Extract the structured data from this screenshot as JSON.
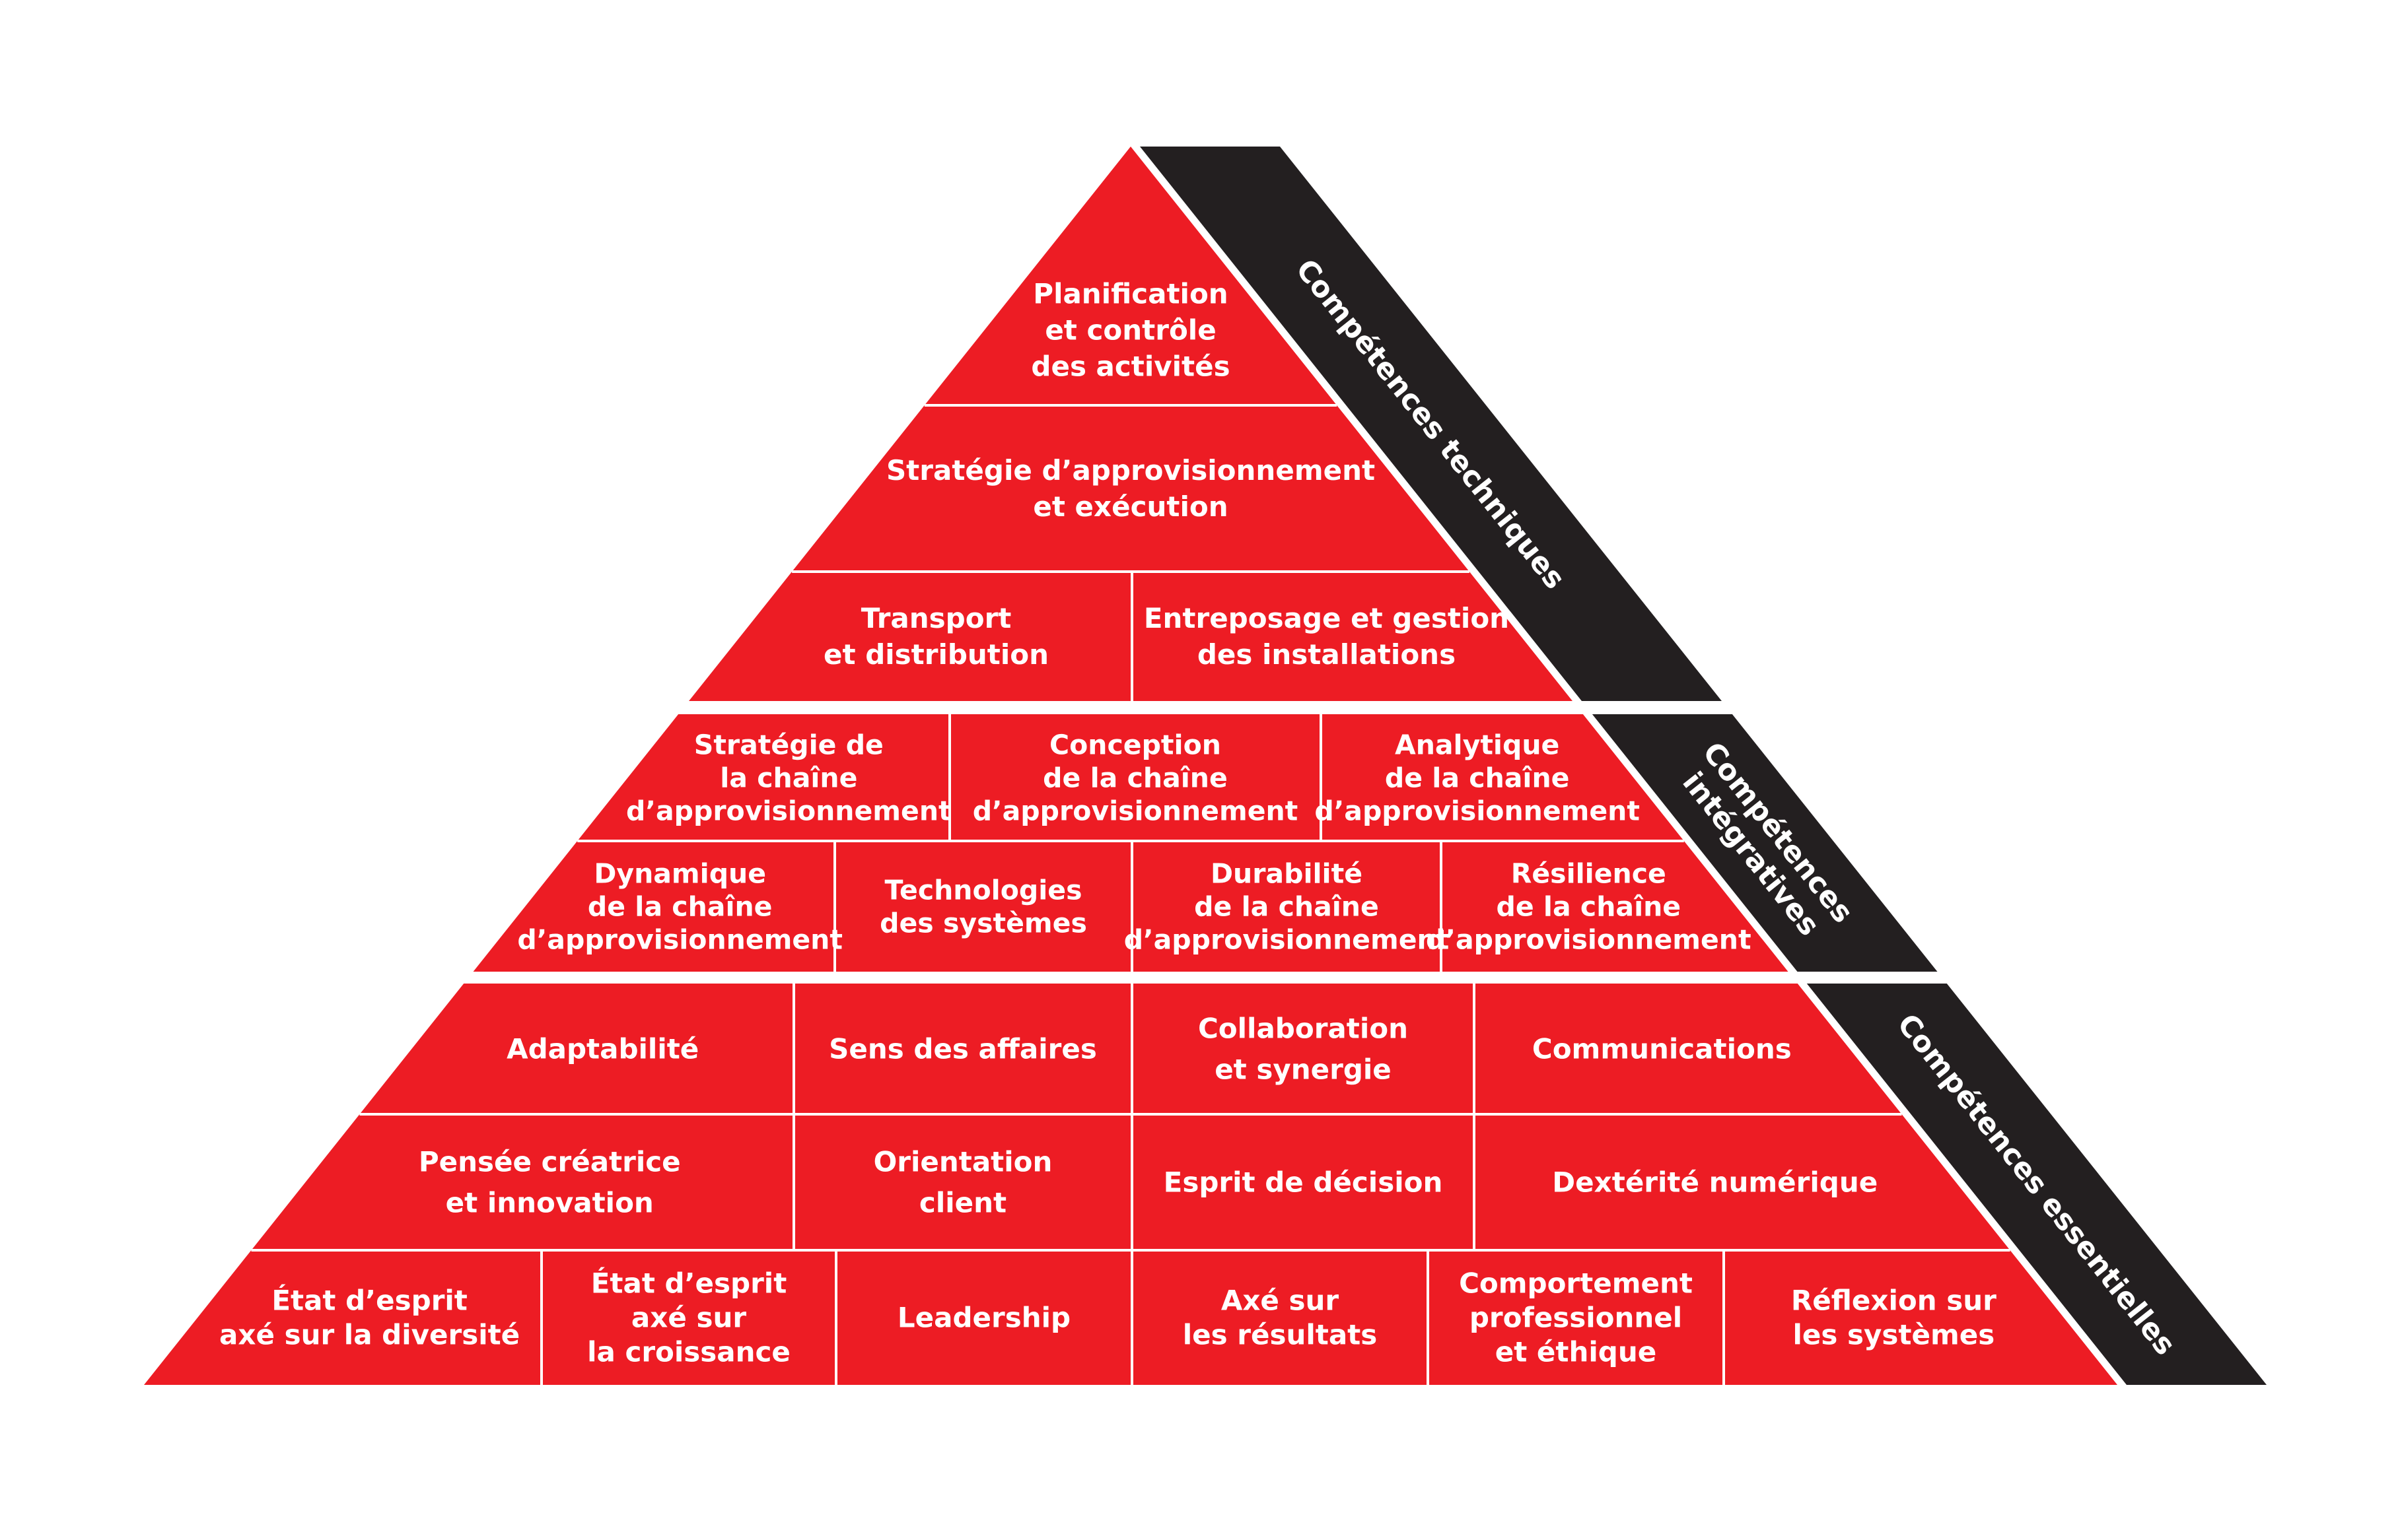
{
  "colors": {
    "pyramid_red": "#ed1c24",
    "band_dark": "#231f20",
    "divider": "#ffffff",
    "text": "#ffffff"
  },
  "bands": {
    "technique": [
      "Compétences techniques"
    ],
    "integrative": [
      "Compétences",
      "intégratives"
    ],
    "essential": [
      "Compétences essentielles"
    ]
  },
  "tiers": {
    "technique": {
      "row1": [
        {
          "lines": [
            "Planification",
            "et contrôle",
            "des activités"
          ]
        }
      ],
      "row2": [
        {
          "lines": [
            "Stratégie d’approvisionnement",
            "et exécution"
          ]
        }
      ],
      "row3": [
        {
          "lines": [
            "Transport",
            "et distribution"
          ]
        },
        {
          "lines": [
            "Entreposage et gestion",
            "des installations"
          ]
        }
      ]
    },
    "integrative": {
      "row1": [
        {
          "lines": [
            "Stratégie de",
            "la chaîne",
            "d’approvisionnement"
          ]
        },
        {
          "lines": [
            "Conception",
            "de la chaîne",
            "d’approvisionnement"
          ]
        },
        {
          "lines": [
            "Analytique",
            "de la chaîne",
            "d’approvisionnement"
          ]
        }
      ],
      "row2": [
        {
          "lines": [
            "Dynamique",
            "de la chaîne",
            "d’approvisionnement"
          ]
        },
        {
          "lines": [
            "Technologies",
            "des systèmes"
          ]
        },
        {
          "lines": [
            "Durabilité",
            "de la chaîne",
            "d’approvisionnement"
          ]
        },
        {
          "lines": [
            "Résilience",
            "de la chaîne",
            "d’approvisionnement"
          ]
        }
      ]
    },
    "essential": {
      "row1": [
        {
          "lines": [
            "Adaptabilité"
          ]
        },
        {
          "lines": [
            "Sens des affaires"
          ]
        },
        {
          "lines": [
            "Collaboration",
            "et synergie"
          ]
        },
        {
          "lines": [
            "Communications"
          ]
        }
      ],
      "row2": [
        {
          "lines": [
            "Pensée créatrice",
            "et innovation"
          ]
        },
        {
          "lines": [
            "Orientation",
            "client"
          ]
        },
        {
          "lines": [
            "Esprit de décision"
          ]
        },
        {
          "lines": [
            "Dextérité numérique"
          ]
        }
      ],
      "row3": [
        {
          "lines": [
            "État d’esprit",
            "axé sur la diversité"
          ]
        },
        {
          "lines": [
            "État d’esprit",
            "axé sur",
            "la croissance"
          ]
        },
        {
          "lines": [
            "Leadership"
          ]
        },
        {
          "lines": [
            "Axé sur",
            "les résultats"
          ]
        },
        {
          "lines": [
            "Comportement",
            "professionnel",
            "et éthique"
          ]
        },
        {
          "lines": [
            "Réflexion sur",
            "les systèmes"
          ]
        }
      ]
    }
  }
}
